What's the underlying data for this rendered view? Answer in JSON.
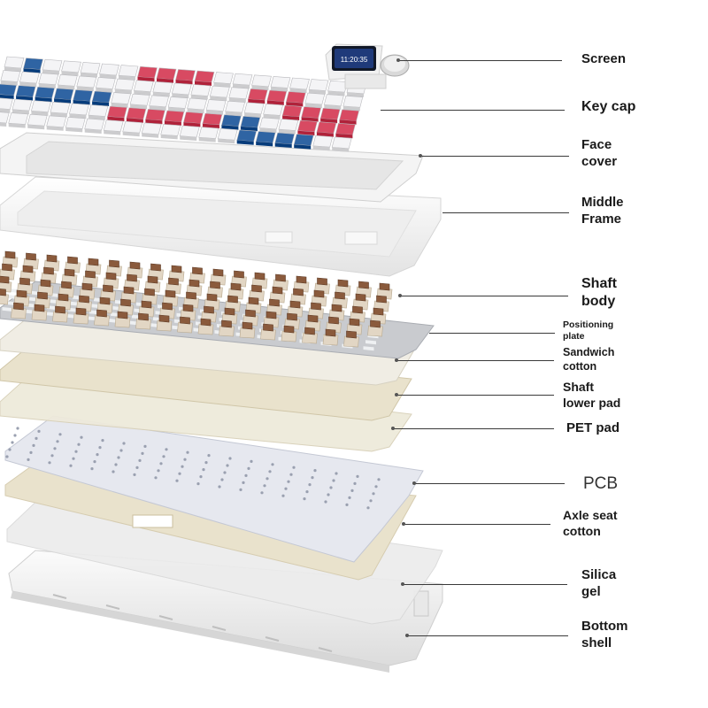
{
  "screen_time": "11:20:35",
  "labels": {
    "screen": "Screen",
    "key_cap": "Key cap",
    "face_cover": [
      "Face",
      "cover"
    ],
    "middle_frame": [
      "Middle",
      "Frame"
    ],
    "shaft_body": [
      "Shaft",
      "body"
    ],
    "positioning_plate": [
      "Positioning",
      "plate"
    ],
    "sandwich_cotton": [
      "Sandwich",
      "cotton"
    ],
    "shaft_lower_pad": [
      "Shaft",
      "lower pad"
    ],
    "pet_pad": "PET pad",
    "pcb": "PCB",
    "axle_seat_cotton": [
      "Axle seat",
      "cotton"
    ],
    "silica_gel": [
      "Silica",
      "gel"
    ],
    "bottom_shell": [
      "Bottom",
      "shell"
    ]
  },
  "colors": {
    "keycap_white": "#f4f4f6",
    "keycap_red": "#d84a62",
    "keycap_blue": "#2f64a3",
    "switch_brown": "#8a5a3c",
    "switch_beige": "#e2d6c4",
    "plate_gray": "#c9cbcf",
    "pad_cream": "#e9e2cc",
    "pcb_light": "#e6e8ef",
    "shell_white": "#f2f2f2"
  }
}
